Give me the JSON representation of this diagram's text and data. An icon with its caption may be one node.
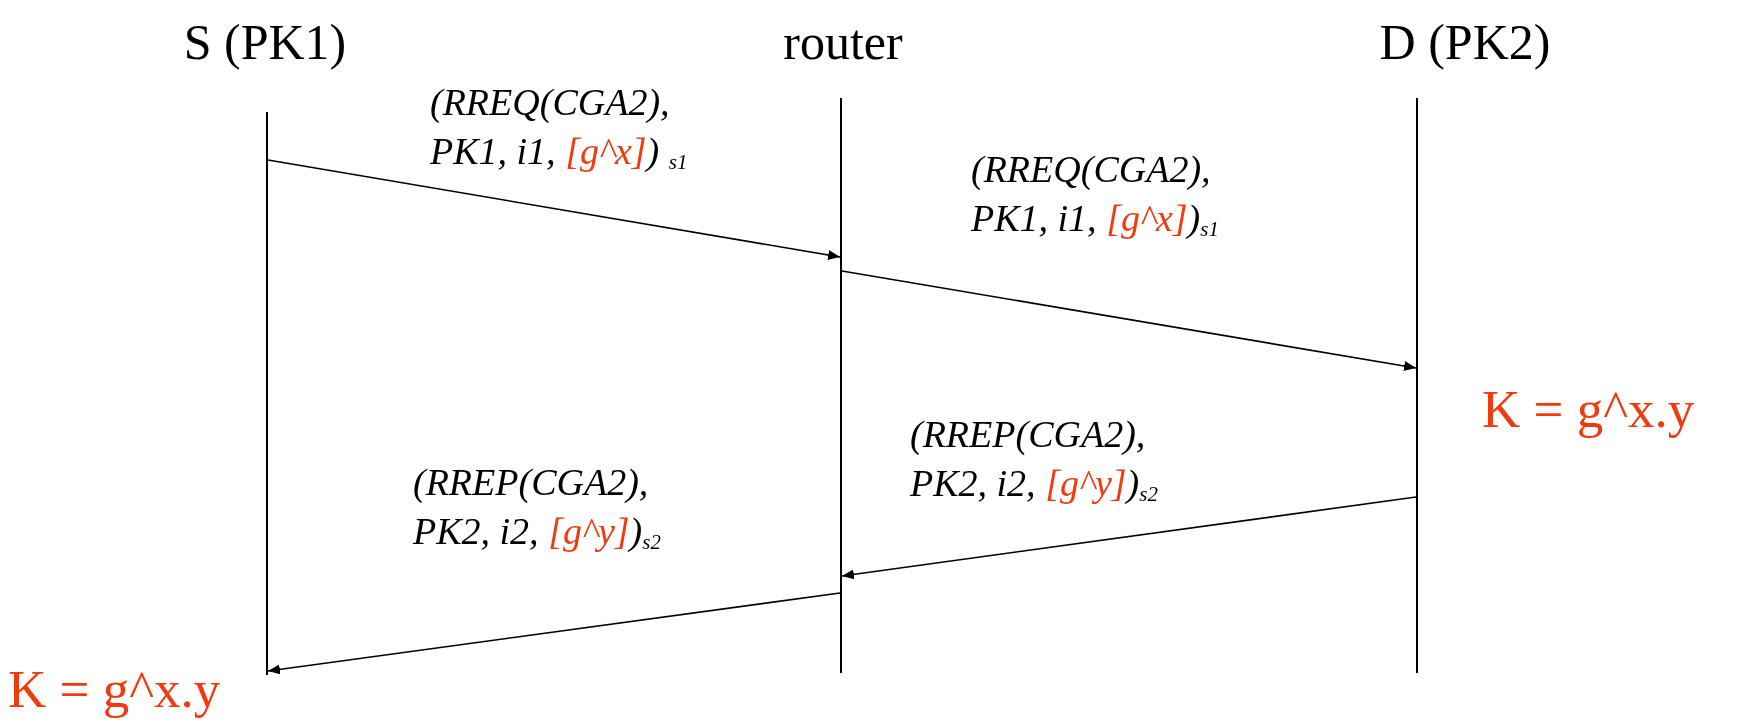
{
  "diagram": {
    "nodes": [
      {
        "text": [],
        "shape": "bar"
      },
      {
        "text": [],
        "shape": "bar"
      },
      {
        "text": [],
        "shape": "bar"
      }
    ],
    "edges": [
      {
        "from": 0,
        "to": 1,
        "arrow": "to",
        "label": "(RREQ(CGA2), PK1, i1, [g^x]) $_{s1}$"
      },
      {
        "from": 1,
        "to": 2,
        "arrow": "to",
        "label": "(RREQ(CGA2), PK1, i1, [g^x])$_{s1}$"
      },
      {
        "from": 2,
        "to": 1,
        "arrow": "to",
        "label": "(RREP(CGA2), PK2, i2, [g^y])$_{s2}$"
      },
      {
        "from": 1,
        "to": 0,
        "arrow": "to",
        "label": "(RREP(CGA2), PK2, i2, [g^y])$_{s2}$"
      }
    ],
    "labels": [
      "S (PK1)",
      "router",
      "D (PK2)",
      "K = g^x.y",
      "K = g^x.y"
    ]
  }
}
